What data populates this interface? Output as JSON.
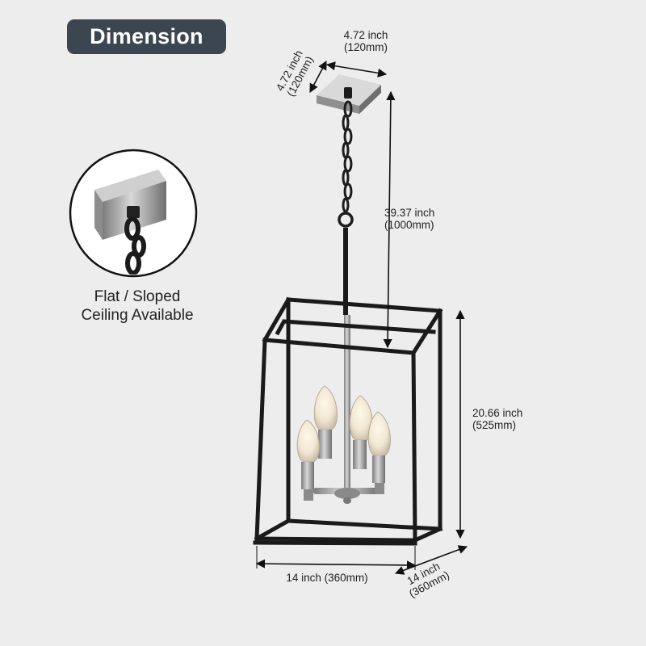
{
  "title": "Dimension",
  "caption": {
    "line1": "Flat / Sloped",
    "line2": "Ceiling Available"
  },
  "dimensions": {
    "canopy_width": {
      "imperial": "4.72 inch",
      "metric": "(120mm)"
    },
    "canopy_depth": {
      "imperial": "4.72 inch",
      "metric": "(120mm)"
    },
    "chain_length": {
      "imperial": "39.37 inch",
      "metric": "(1000mm)"
    },
    "cage_height": {
      "imperial": "20.66 inch",
      "metric": "(525mm)"
    },
    "cage_width": {
      "text": "14 inch (360mm)"
    },
    "cage_depth": {
      "imperial": "14 inch",
      "metric": "(360mm)"
    }
  },
  "colors": {
    "background": "#ededed",
    "badge": "#3c4650",
    "frame": "#1a1a1a",
    "nickel": "#a9a9a9"
  }
}
